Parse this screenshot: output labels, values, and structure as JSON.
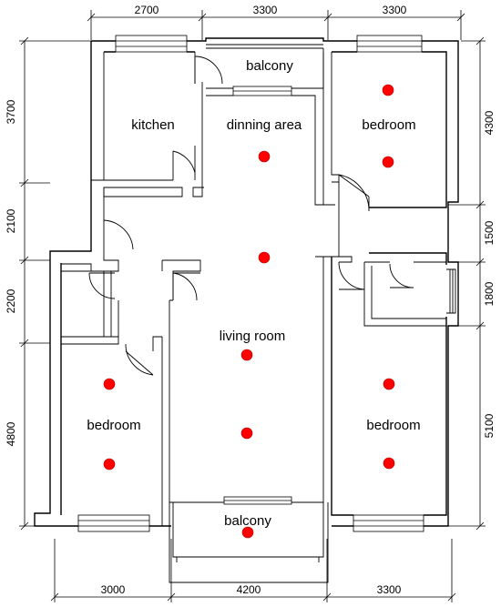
{
  "rooms": {
    "kitchen": "kitchen",
    "dining": "dinning area",
    "balcony_top": "balcony",
    "bedroom_tr": "bedroom",
    "living": "living room",
    "bedroom_bl": "bedroom",
    "bedroom_br": "bedroom",
    "balcony_bottom": "balcony"
  },
  "dimensions": {
    "top": [
      "2700",
      "3300",
      "3300"
    ],
    "bottom": [
      "3000",
      "4200",
      "3300"
    ],
    "left": [
      "3700",
      "2100",
      "2200",
      "4800"
    ],
    "right": [
      "4300",
      "1500",
      "1800",
      "5100"
    ]
  },
  "colors": {
    "marker": "#ff0000",
    "line": "#000000"
  }
}
